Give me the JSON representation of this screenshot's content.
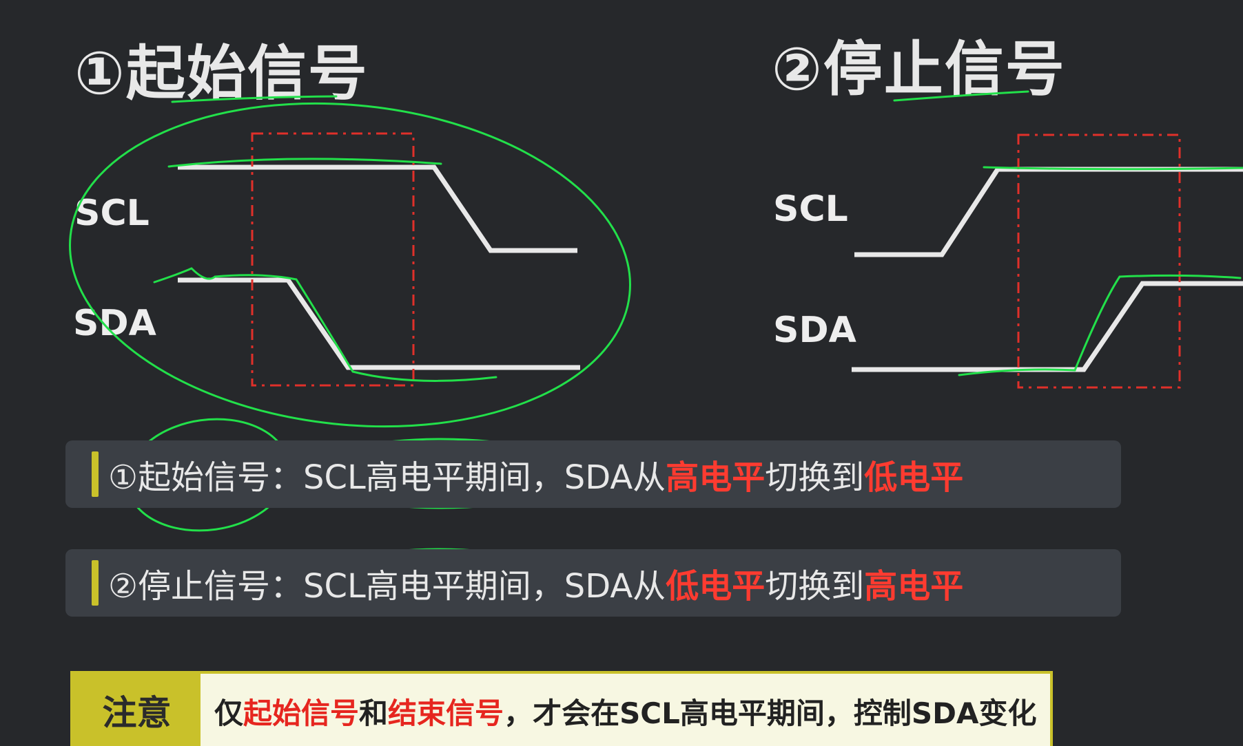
{
  "titles": {
    "start": "①起始信号",
    "stop": "②停止信号"
  },
  "signals": {
    "start_scl": "SCL",
    "start_sda": "SDA",
    "stop_scl": "SCL",
    "stop_sda": "SDA"
  },
  "descriptions": {
    "start": {
      "prefix": "①起始信号：SCL高电平期间，SDA从",
      "hl1": "高电平",
      "mid": "切换到",
      "hl2": "低电平"
    },
    "stop": {
      "prefix": "②停止信号：SCL高电平期间，SDA从",
      "hl1": "低电平",
      "mid": "切换到",
      "hl2": "高电平"
    }
  },
  "note": {
    "tag": "注意",
    "pre": "仅",
    "hl1": "起始信号",
    "and": "和",
    "hl2": "结束信号",
    "rest": "，才会在SCL高电平期间，控制SDA变化"
  },
  "colors": {
    "background": "#26282b",
    "waveform": "#e8e8e8",
    "highlight_red": "#ff3b30",
    "accent_yellow": "#c9c12a",
    "dashed_box": "#e0302a",
    "annotation_green": "#22e04a"
  }
}
